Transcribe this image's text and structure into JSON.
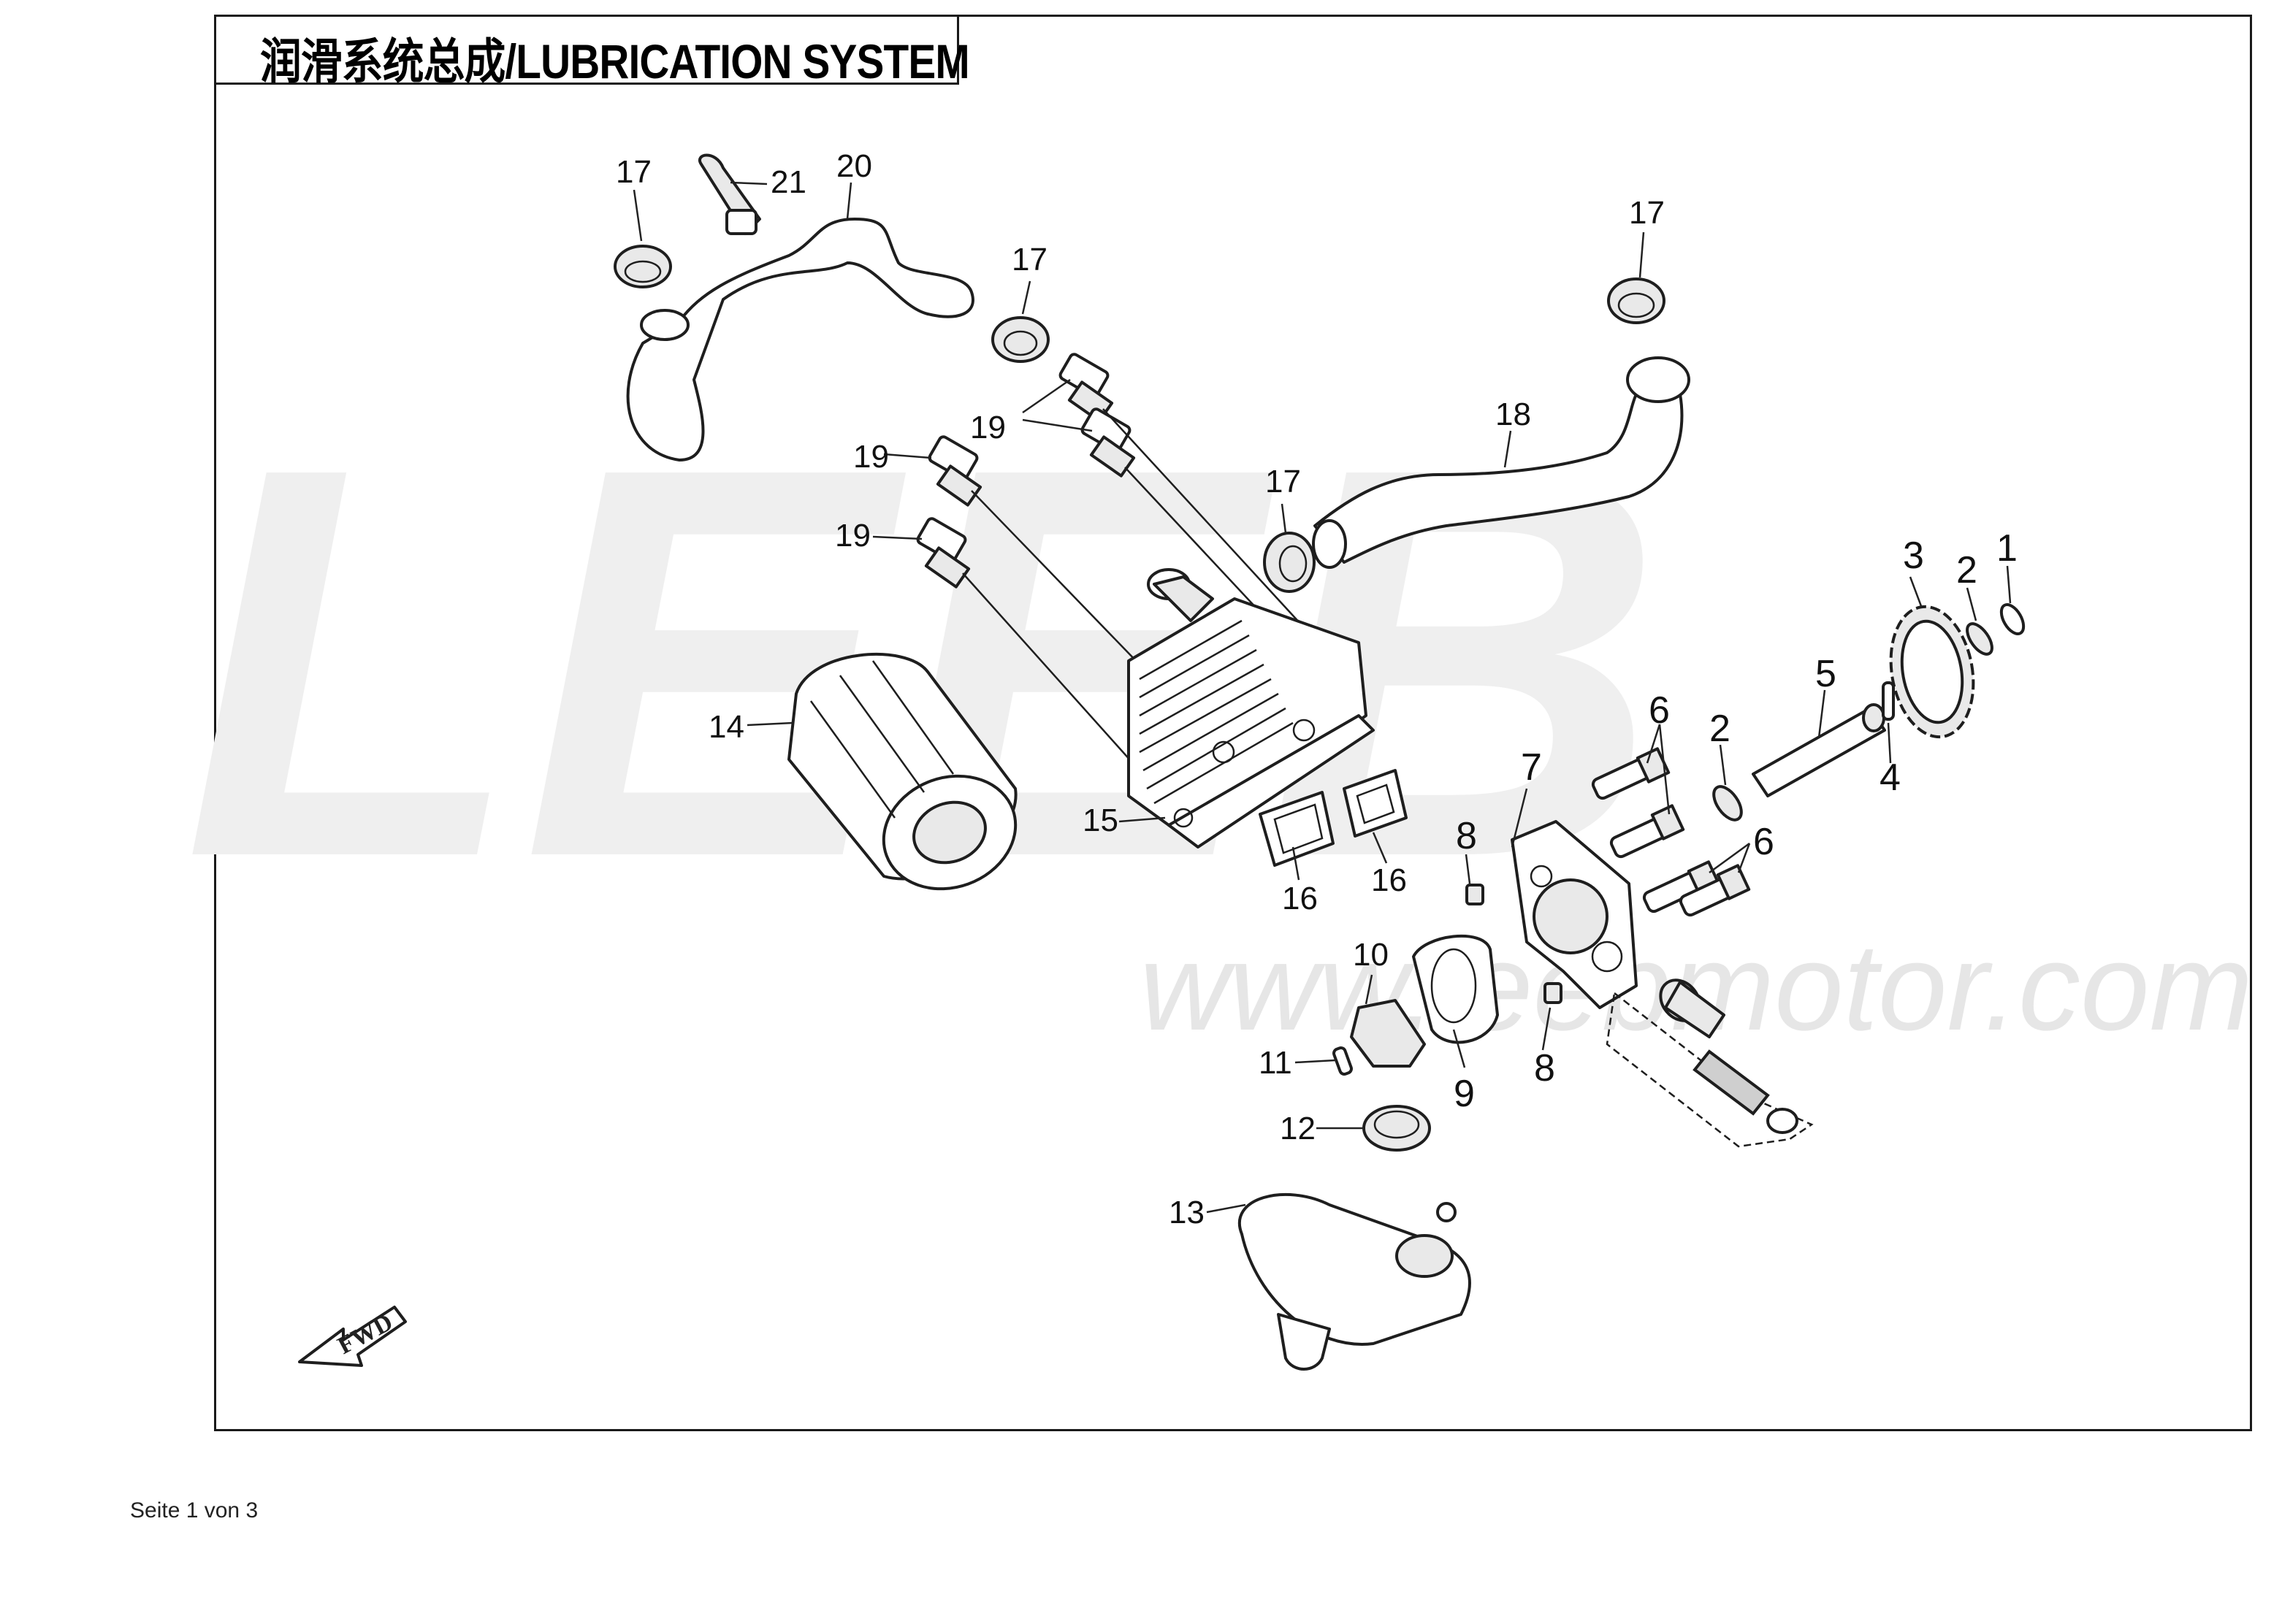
{
  "title": "润滑系统总成/LUBRICATION SYSTEM",
  "watermark": {
    "logo": "LEEB",
    "url": "www.leebmotor.com"
  },
  "fwd_label": "FWD",
  "footer": "Seite 1 von 3",
  "callouts": {
    "c1": "1",
    "c2a": "2",
    "c2b": "2",
    "c3": "3",
    "c4": "4",
    "c5": "5",
    "c6a": "6",
    "c6b": "6",
    "c7": "7",
    "c8a": "8",
    "c8b": "8",
    "c9": "9",
    "c10": "10",
    "c11": "11",
    "c12": "12",
    "c13": "13",
    "c14": "14",
    "c15": "15",
    "c16a": "16",
    "c16b": "16",
    "c17a": "17",
    "c17b": "17",
    "c17c": "17",
    "c17d": "17",
    "c18": "18",
    "c19a": "19",
    "c19b": "19",
    "c19c": "19",
    "c20": "20",
    "c21": "21"
  }
}
